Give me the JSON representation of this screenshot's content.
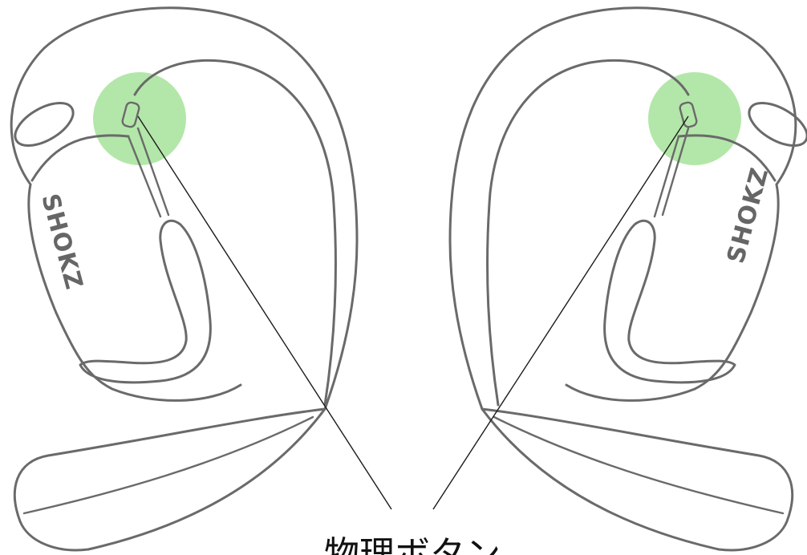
{
  "diagram": {
    "caption": "物理ボタン",
    "brand_logo_text": "SHOKZ",
    "highlight_color": "#a6e39a",
    "outline_color": "#6a6a6a",
    "leader_color": "#1a1a1a",
    "parts": {
      "left_earbud": "left-earbud",
      "right_earbud": "right-earbud",
      "button": "physical-button"
    }
  }
}
